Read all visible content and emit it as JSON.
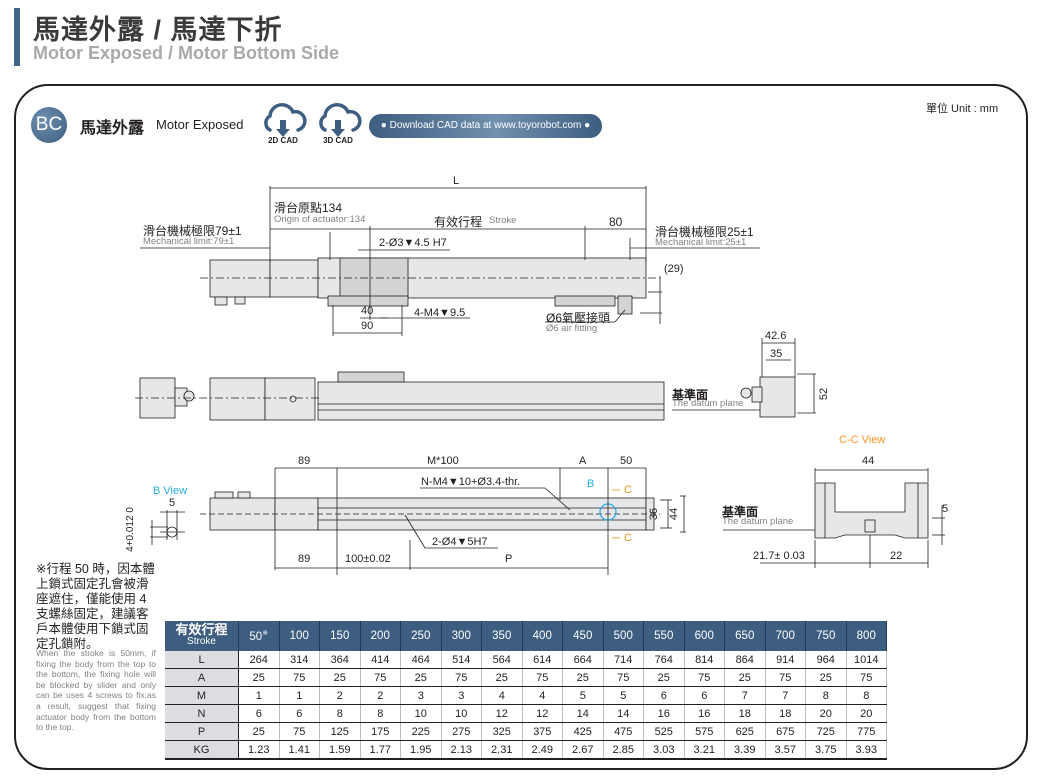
{
  "header": {
    "title_zh": "馬達外露 / 馬達下折",
    "title_en": "Motor Exposed / Motor Bottom Side"
  },
  "section": {
    "badge": "BC",
    "name_zh": "馬達外露",
    "name_en": "Motor Exposed",
    "cad_buttons": [
      {
        "label": "2D CAD",
        "icon": "cloud-download-icon"
      },
      {
        "label": "3D CAD",
        "icon": "cloud-download-icon"
      }
    ],
    "download_label": "Download CAD data at www.toyorobot.com",
    "unit": "單位 Unit : mm",
    "brand_color": "#3d5e80"
  },
  "drawing": {
    "top_view": {
      "dim_L": "L",
      "origin_zh": "滑台原點134",
      "origin_en": "Origin of actuator:134",
      "stroke_zh": "有效行程",
      "stroke_en": "Stroke",
      "dim_80": "80",
      "mech_limit_left_zh": "滑台機械極限79±1",
      "mech_limit_left_en": "Mechanical limit:79±1",
      "mech_limit_right_zh": "滑台機械極限25±1",
      "mech_limit_right_en": "Mechanical limit:25±1",
      "pin_hole": "2-Ø3▼4.5 H7",
      "screw": "4-M4▼9.5",
      "dim_40": "40",
      "dim_90": "90",
      "dim_29": "(29)",
      "air_fitting_zh": "Ø6氣壓接頭",
      "air_fitting_en": "Ø6 air fitting"
    },
    "side_view": {
      "dim_42_6": "42.6",
      "dim_35": "35",
      "dim_52": "52",
      "datum_zh": "基準面",
      "datum_en": "The datum plane"
    },
    "bottom_view": {
      "dim_89_top": "89",
      "dim_M100": "M*100",
      "dim_A": "A",
      "dim_50": "50",
      "thread": "N-M4▼10+Ø3.4-thr.",
      "b_marker": "B",
      "c_marker_top": "C",
      "c_marker_bottom": "C",
      "dim_36": "36",
      "dim_44": "44",
      "pin": "2-Ø4▼5H7",
      "dim_89_bottom": "89",
      "dim_100": "100±0.02",
      "dim_P": "P"
    },
    "b_view": {
      "title": "B View",
      "dim_5": "5",
      "tolerance": "4+0.012 0"
    },
    "cc_view": {
      "title": "C-C View",
      "dim_44": "44",
      "dim_5": "5",
      "dim_21_7": "21.7± 0.03",
      "dim_22": "22",
      "datum_zh": "基準面",
      "datum_en": "The datum plane"
    }
  },
  "note": {
    "zh": "※行程 50 時，因本體上鎖式固定孔會被滑座遮住，僅能使用 4 支螺絲固定，建議客戶本體使用下鎖式固定孔鎖附。",
    "en": "When the stroke is 50mm, if fixing the body from the top to the bottom, the fixing hole will be blocked by slider and only can be uses 4 screws to fix;as a result, suggest that fixing actuator body from the bottom to the top."
  },
  "table": {
    "header_zh": "有效行程",
    "header_en": "Stroke",
    "strokes": [
      "50",
      "100",
      "150",
      "200",
      "250",
      "300",
      "350",
      "400",
      "450",
      "500",
      "550",
      "600",
      "650",
      "700",
      "750",
      "800"
    ],
    "stroke_note_mark": "※",
    "rows": [
      {
        "label": "L",
        "values": [
          "264",
          "314",
          "364",
          "414",
          "464",
          "514",
          "564",
          "614",
          "664",
          "714",
          "764",
          "814",
          "864",
          "914",
          "964",
          "1014"
        ]
      },
      {
        "label": "A",
        "values": [
          "25",
          "75",
          "25",
          "75",
          "25",
          "75",
          "25",
          "75",
          "25",
          "75",
          "25",
          "75",
          "25",
          "75",
          "25",
          "75"
        ]
      },
      {
        "label": "M",
        "values": [
          "1",
          "1",
          "2",
          "2",
          "3",
          "3",
          "4",
          "4",
          "5",
          "5",
          "6",
          "6",
          "7",
          "7",
          "8",
          "8"
        ]
      },
      {
        "label": "N",
        "values": [
          "6",
          "6",
          "8",
          "8",
          "10",
          "10",
          "12",
          "12",
          "14",
          "14",
          "16",
          "16",
          "18",
          "18",
          "20",
          "20"
        ]
      },
      {
        "label": "P",
        "values": [
          "25",
          "75",
          "125",
          "175",
          "225",
          "275",
          "325",
          "375",
          "425",
          "475",
          "525",
          "575",
          "625",
          "675",
          "725",
          "775"
        ]
      },
      {
        "label": "KG",
        "values": [
          "1.23",
          "1.41",
          "1.59",
          "1.77",
          "1.95",
          "2.13",
          "2.31",
          "2.49",
          "2.67",
          "2.85",
          "3.03",
          "3.21",
          "3.39",
          "3.57",
          "3.75",
          "3.93"
        ]
      }
    ]
  }
}
